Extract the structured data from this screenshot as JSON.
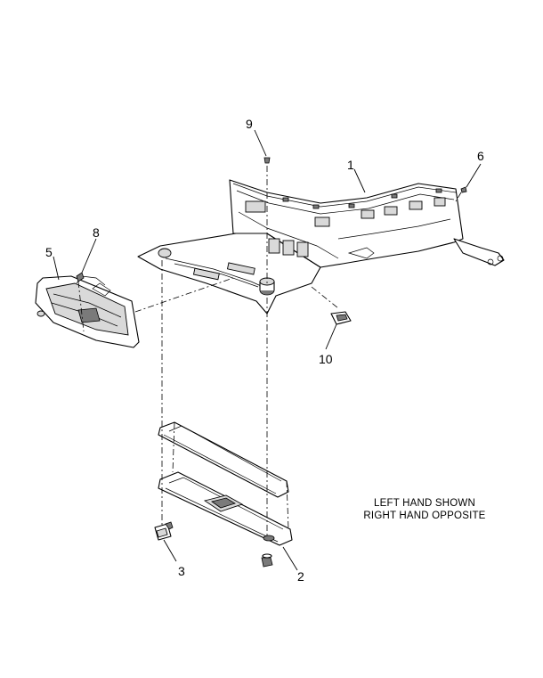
{
  "callouts": {
    "c1": "1",
    "c2": "2",
    "c3": "3",
    "c5": "5",
    "c6": "6",
    "c8": "8",
    "c9": "9",
    "c10": "10"
  },
  "note": {
    "line1": "LEFT HAND SHOWN",
    "line2": "RIGHT HAND OPPOSITE"
  }
}
